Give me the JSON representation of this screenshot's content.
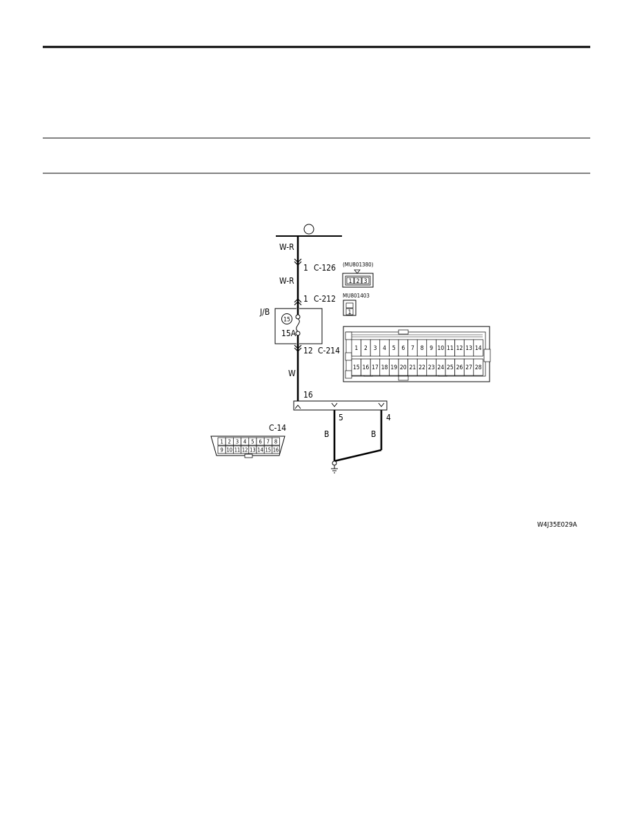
{
  "diagram": {
    "top_node": "",
    "wires": {
      "upper": "W-R",
      "middle": "W-R",
      "lower": "W",
      "ground_left": "B",
      "ground_right": "B"
    },
    "junction_block": {
      "label": "J/B",
      "fuse_number": "15",
      "fuse_rating": "15A"
    },
    "connectors": {
      "c126": {
        "pin": "1",
        "name": "C-126",
        "part": "(MU801380)",
        "pins": [
          "1",
          "2",
          "3"
        ]
      },
      "c212": {
        "pin": "1",
        "name": "C-212",
        "part": "MU801403",
        "pins": [
          "1"
        ]
      },
      "c214": {
        "pin": "12",
        "name": "C-214",
        "row1": [
          "1",
          "2",
          "3",
          "4",
          "5",
          "6",
          "7",
          "8",
          "9",
          "10",
          "11",
          "12",
          "13",
          "14"
        ],
        "row2": [
          "15",
          "16",
          "17",
          "18",
          "19",
          "20",
          "21",
          "22",
          "23",
          "24",
          "25",
          "26",
          "27",
          "28"
        ]
      },
      "c14": {
        "pin": "16",
        "name": "C-14",
        "row1": [
          "1",
          "2",
          "3",
          "4",
          "5",
          "6",
          "7",
          "8"
        ],
        "row2": [
          "9",
          "10",
          "11",
          "12",
          "13",
          "14",
          "15",
          "16"
        ]
      }
    },
    "ground_pins": [
      "5",
      "4"
    ],
    "figure_code": "W4J35E029A"
  }
}
